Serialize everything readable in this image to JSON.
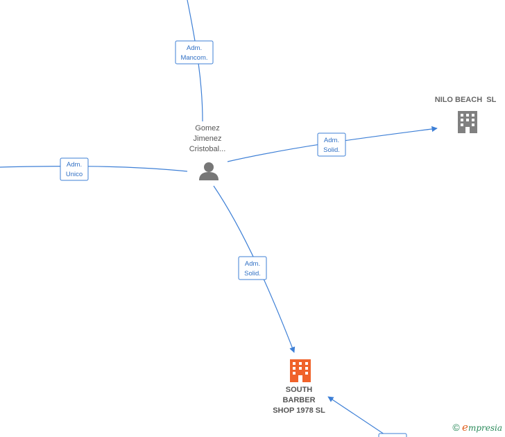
{
  "nodes": {
    "person": {
      "label": "Gomez\nJimenez\nCristobal..."
    },
    "nilo": {
      "label": "NILO BEACH  SL"
    },
    "south": {
      "label": "SOUTH\nBARBER\nSHOP 1978  SL"
    }
  },
  "edges": {
    "top": {
      "line1": "Adm.",
      "line2": "Mancom."
    },
    "left": {
      "line1": "Adm.",
      "line2": "Unico"
    },
    "nilo": {
      "line1": "Adm.",
      "line2": "Solid."
    },
    "south": {
      "line1": "Adm.",
      "line2": "Solid."
    }
  },
  "colors": {
    "edge": "#3d7fd6",
    "company_gray": "#808080",
    "company_highlight": "#f0622a",
    "person": "#777777"
  },
  "watermark": {
    "copyright": "©",
    "brand_initial": "e",
    "brand_rest": "mpresia"
  }
}
